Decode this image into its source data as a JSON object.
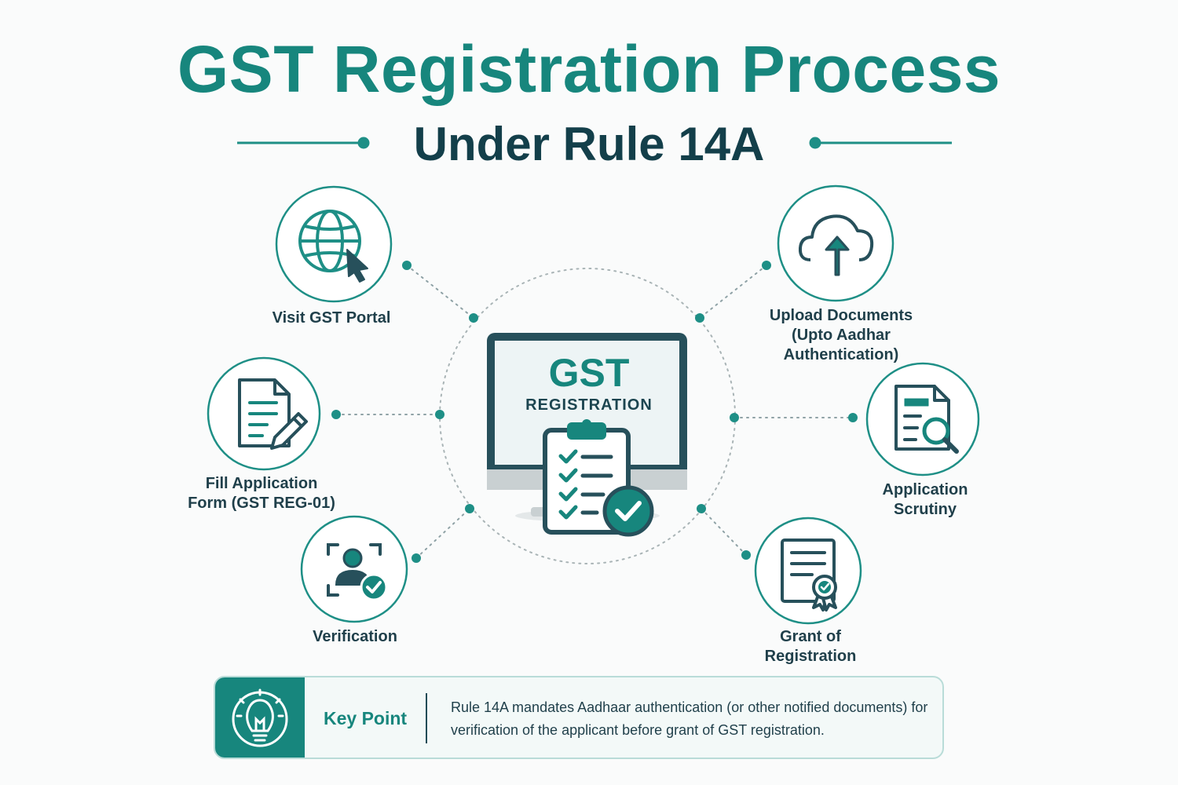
{
  "title": "GST Registration Process",
  "subtitle": "Under Rule 14A",
  "center": {
    "line1": "GST",
    "line2": "REGISTRATION"
  },
  "steps": [
    {
      "id": "visit",
      "label": "Visit GST Portal",
      "icon": "globe-cursor-icon"
    },
    {
      "id": "fill",
      "label": "Fill Application\nForm (GST REG-01)",
      "icon": "document-pen-icon"
    },
    {
      "id": "verification",
      "label": "Verification",
      "icon": "user-verify-icon"
    },
    {
      "id": "upload",
      "label": "Upload Documents\n(Upto Aadhar\nAuthentication)",
      "icon": "cloud-upload-icon"
    },
    {
      "id": "scrutiny",
      "label": "Application\nScrutiny",
      "icon": "document-search-icon"
    },
    {
      "id": "grant",
      "label": "Grant of\nRegistration",
      "icon": "certificate-icon"
    }
  ],
  "key_point": {
    "label": "Key Point",
    "text": "Rule 14A mandates Aadhaar authentication (or other notified documents) for verification of the applicant before grant of GST registration.",
    "icon": "lightbulb-icon"
  },
  "colors": {
    "teal": "#17867d",
    "dark": "#133f4a",
    "circle_border": "#1e8f86",
    "dots": "#1e8f86"
  }
}
